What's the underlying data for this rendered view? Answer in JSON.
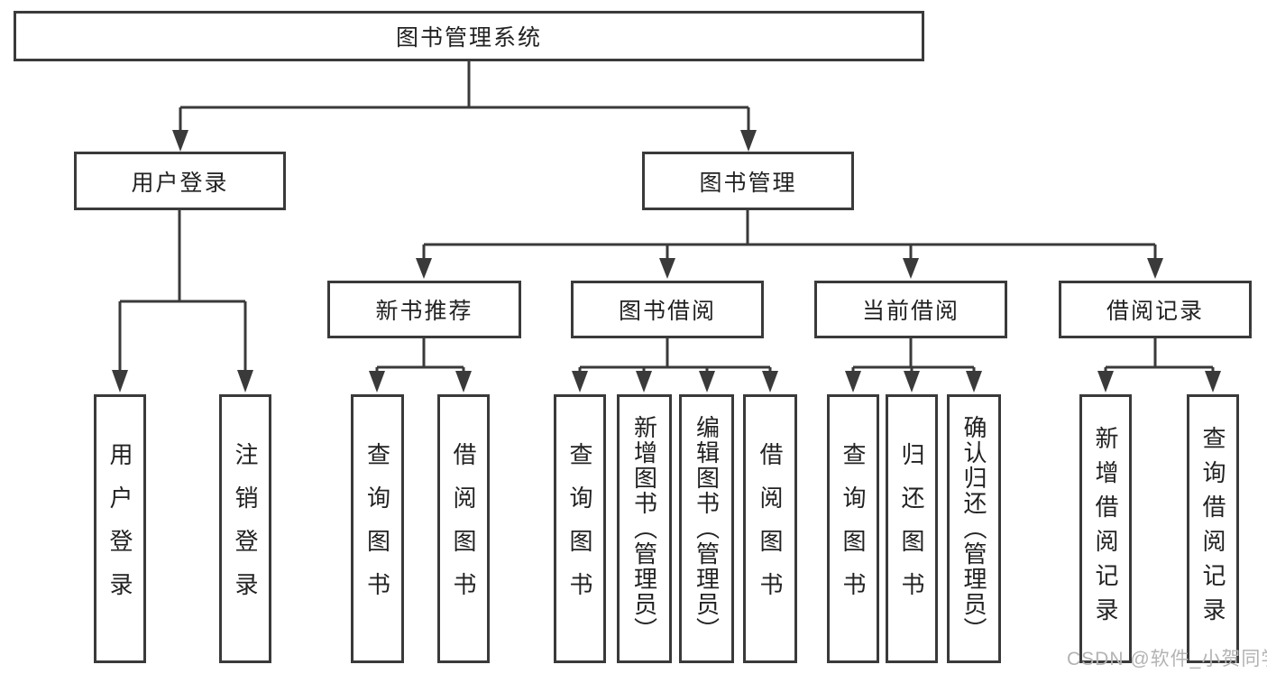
{
  "diagram": {
    "watermark": "CSDN @软件_小贺同学",
    "colors": {
      "line": "#3a3a3a",
      "box_border": "#3a3a3a",
      "text": "#222222",
      "watermark": "#b3b3b3",
      "background": "#ffffff"
    },
    "nodes": {
      "root": {
        "label": "图书管理系统"
      },
      "level2": [
        {
          "label": "用户登录"
        },
        {
          "label": "图书管理"
        }
      ],
      "user_login_children": [
        {
          "label": "用户登录"
        },
        {
          "label": "注销登录"
        }
      ],
      "book_mgmt_children": [
        {
          "label": "新书推荐"
        },
        {
          "label": "图书借阅"
        },
        {
          "label": "当前借阅"
        },
        {
          "label": "借阅记录"
        }
      ],
      "new_book_rec_children": [
        {
          "label": "查询图书"
        },
        {
          "label": "借阅图书"
        }
      ],
      "book_borrow_children": [
        {
          "label": "查询图书"
        },
        {
          "label": "新增图书（管理员）"
        },
        {
          "label": "编辑图书（管理员）"
        },
        {
          "label": "借阅图书"
        }
      ],
      "current_borrow_children": [
        {
          "label": "查询图书"
        },
        {
          "label": "归还图书"
        },
        {
          "label": "确认归还（管理员）"
        }
      ],
      "borrow_record_children": [
        {
          "label": "新增借阅记录"
        },
        {
          "label": "查询借阅记录"
        }
      ]
    }
  }
}
